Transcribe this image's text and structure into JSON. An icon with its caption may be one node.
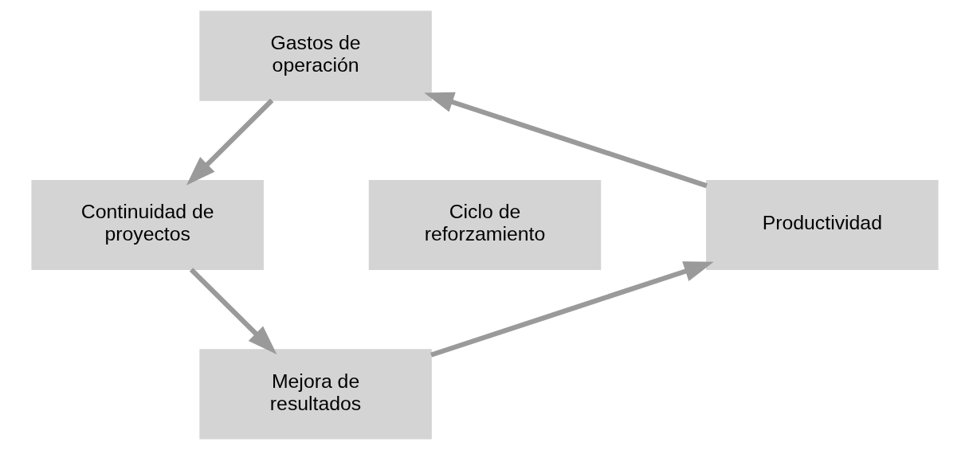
{
  "diagram": {
    "nodes": [
      {
        "text": [
          "Gastos de operación"
        ]
      },
      {
        "text": [
          "Continuidad de proyectos"
        ]
      },
      {
        "text": [
          "Ciclo de reforzamiento"
        ]
      },
      {
        "text": [
          "Productividad"
        ]
      },
      {
        "text": [
          "Mejora de resultados"
        ]
      }
    ],
    "edges": [
      {
        "from": 0,
        "to": 1,
        "arrow": "to"
      },
      {
        "from": 1,
        "to": 4,
        "arrow": "to"
      },
      {
        "from": 4,
        "to": 3,
        "arrow": "to"
      },
      {
        "from": 3,
        "to": 0,
        "arrow": "to"
      }
    ]
  }
}
